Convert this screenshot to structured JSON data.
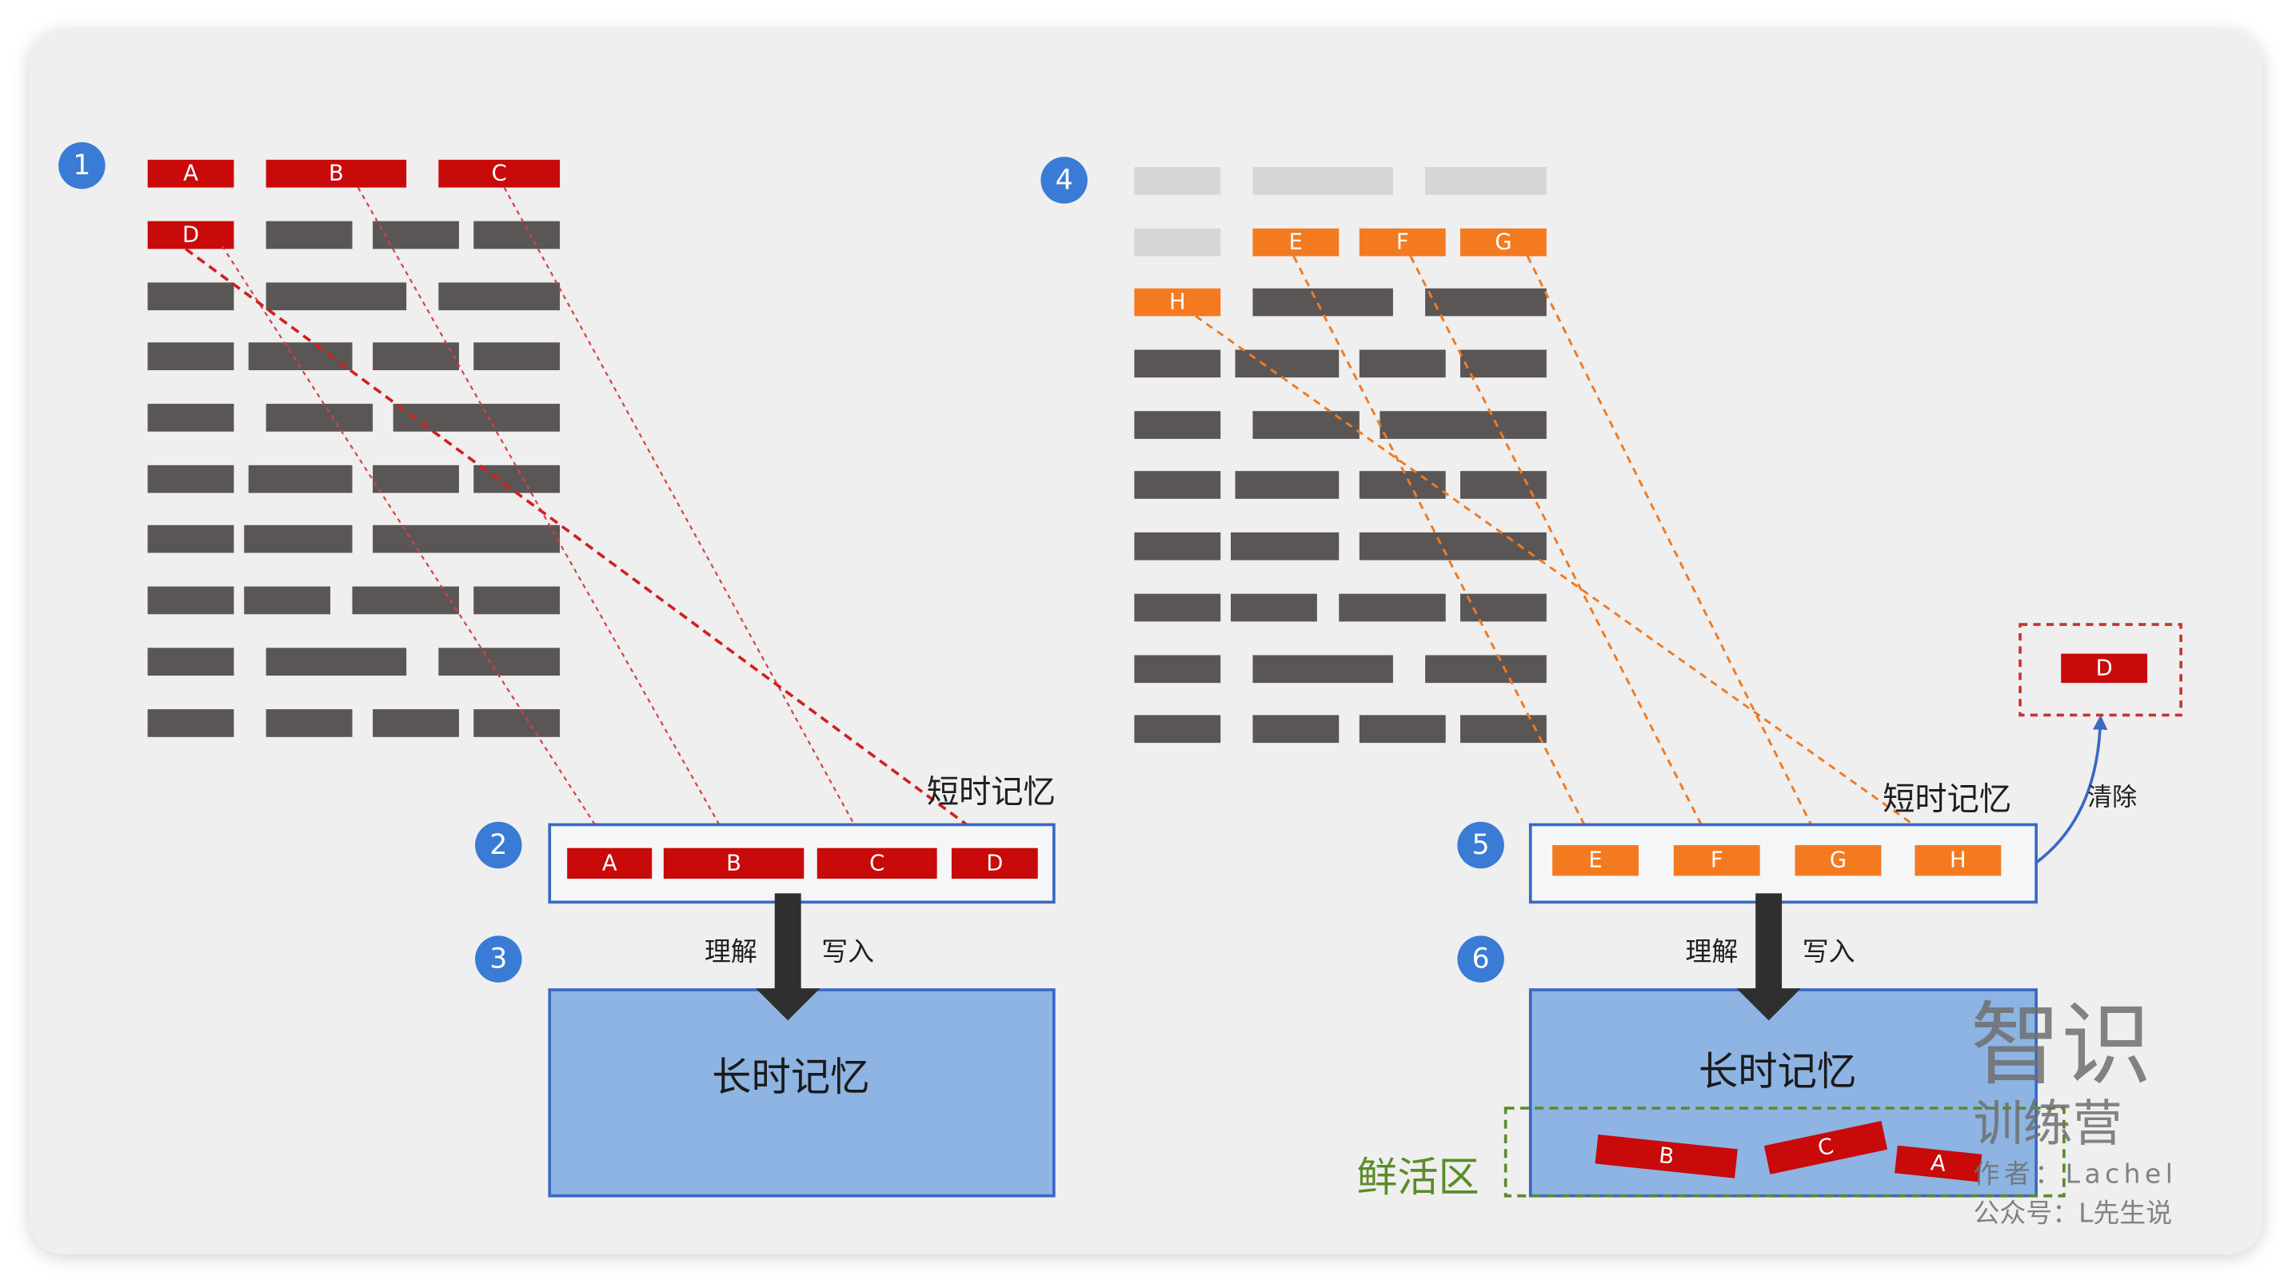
{
  "colors": {
    "badge": "#3a7bd5",
    "memory_item_red": "#c80a0a",
    "memory_item_orange": "#f47a20",
    "grid_bar": "#5a5656",
    "grid_bar_faded": "#d6d6d6",
    "short_term_fill": "#f5f6f8",
    "long_term_fill": "#8db4e2",
    "box_border": "#3a68c4",
    "active_zone": "#5b8c2a",
    "cleared_border": "#c83232"
  },
  "left": {
    "badges": [
      "1",
      "2",
      "3"
    ],
    "source_items": [
      "A",
      "B",
      "C",
      "D"
    ],
    "short_term": {
      "label": "短时记忆",
      "items": [
        "A",
        "B",
        "C",
        "D"
      ]
    },
    "arrow": {
      "understand": "理解",
      "write": "写入"
    },
    "long_term": {
      "label": "长时记忆"
    }
  },
  "right": {
    "badges": [
      "4",
      "5",
      "6"
    ],
    "source_items": [
      "E",
      "F",
      "G",
      "H"
    ],
    "short_term": {
      "label": "短时记忆",
      "items": [
        "E",
        "F",
        "G",
        "H"
      ]
    },
    "cleared": {
      "label": "清除",
      "items": [
        "D"
      ]
    },
    "arrow": {
      "understand": "理解",
      "write": "写入"
    },
    "long_term": {
      "label": "长时记忆",
      "active_zone": {
        "label": "鲜活区",
        "items": [
          "B",
          "C",
          "A"
        ]
      }
    }
  },
  "watermark": {
    "brand": "智识",
    "sub": "训练营",
    "author": "作者：Lachel",
    "account": "公众号：L先生说"
  }
}
